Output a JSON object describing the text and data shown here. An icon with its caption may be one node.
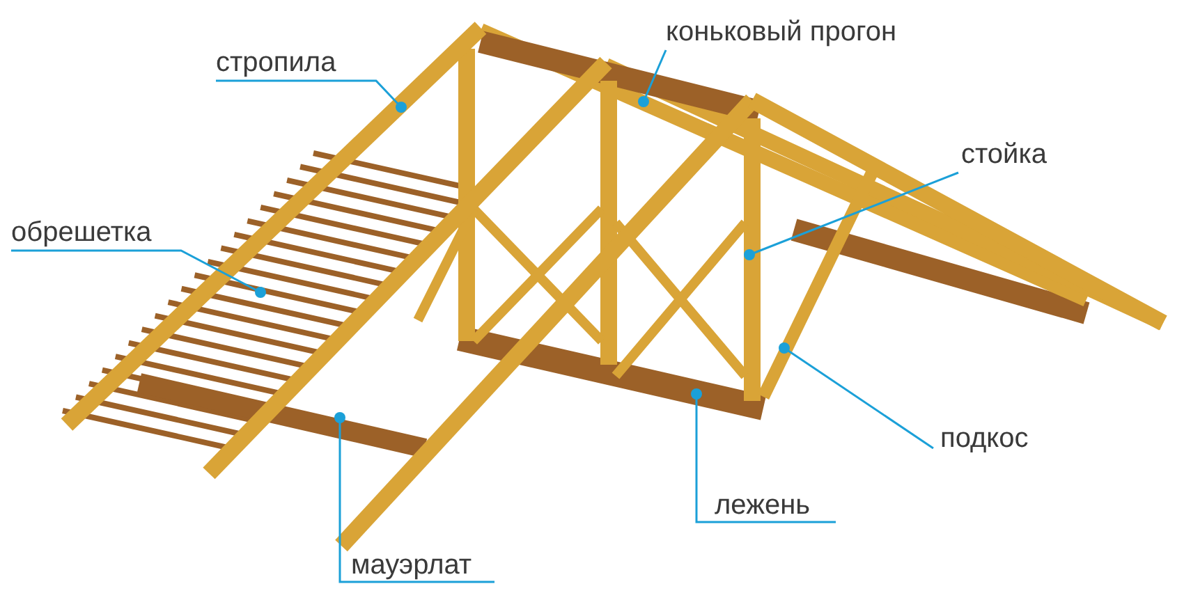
{
  "diagram": {
    "nodes": [
      {
        "text": [
          "стропила"
        ]
      },
      {
        "text": [
          "коньковый прогон"
        ]
      },
      {
        "text": [
          "стойка"
        ]
      },
      {
        "text": [
          "обрешетка"
        ]
      },
      {
        "text": [
          "подкос"
        ]
      },
      {
        "text": [
          "лежень"
        ]
      },
      {
        "text": [
          "мауэрлат"
        ]
      }
    ],
    "edges": [
      {
        "from": 0,
        "to": null,
        "arrow": "other"
      },
      {
        "from": 1,
        "to": null,
        "arrow": "other"
      },
      {
        "from": 2,
        "to": null,
        "arrow": "other"
      },
      {
        "from": 3,
        "to": null,
        "arrow": "other"
      },
      {
        "from": 4,
        "to": null,
        "arrow": "other"
      },
      {
        "from": 5,
        "to": null,
        "arrow": "other"
      },
      {
        "from": 6,
        "to": null,
        "arrow": "other"
      }
    ]
  }
}
